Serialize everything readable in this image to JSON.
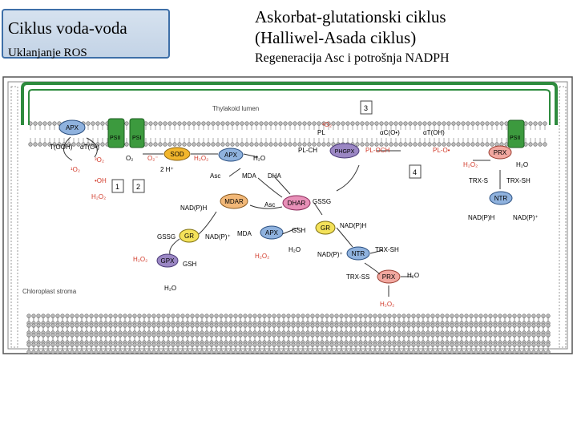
{
  "left_header": {
    "title": "Ciklus voda-voda",
    "subtitle": "Uklanjanje ROS"
  },
  "right_header": {
    "line1": "Askorbat-glutationski ciklus",
    "line2": "(Halliwel-Asada ciklus)",
    "line3": "Regeneracija Asc i potrošnja NADPH"
  },
  "diagram": {
    "lumen_label": "Thylakoid lumen",
    "stroma_label": "Chloroplast stroma",
    "boxes": {
      "b1": "1",
      "b2": "2",
      "b3": "3",
      "b4": "4"
    },
    "enzymes": {
      "apx_top": "APX",
      "psii_left": "PSII",
      "psi_left": "PSI",
      "sod": "SOD",
      "apx_mid": "APX",
      "phgpx": "PHGPX",
      "prx_right": "PRX",
      "psii_right": "PSII",
      "ntr_right": "NTR",
      "mdar": "MDAR",
      "dhar": "DHAR",
      "gr_left": "GR",
      "apx_low": "APX",
      "gr_mid": "GR",
      "ntr_mid": "NTR",
      "gpx": "GPX",
      "prx_low": "PRX"
    },
    "labels": {
      "toh_left": "T(OOH)",
      "atoh": "αT(O•)",
      "o2_single": "¹O₂",
      "o2_sup": "³O₂",
      "oh": "•OH",
      "h2o2_left": "H₂O₂",
      "o2_a": "O₂",
      "o2_b": "O₂⁻",
      "h_plus": "2 H⁺",
      "h2o2_sod": "H₂O₂",
      "h2o_apx": "H₂O",
      "asc_1": "Asc",
      "mda_1": "MDA",
      "dha": "DHA",
      "pl": "PL",
      "o2_pl": "¹O₂",
      "pl_ch": "PL-CH",
      "pl_och": "PL-OCH",
      "pl_o": "PL-O•",
      "atoc": "αC(O•)",
      "atoh_r": "αT(OH)",
      "h2o2_prx": "H₂O₂",
      "h2o_prx": "H₂O",
      "trx_s": "TRX-S",
      "trx_sh": "TRX-SH",
      "nadph_r1": "NAD(P)H",
      "nadp_r1": "NAD(P)⁺",
      "nadph_mdar": "NAD(P)H",
      "asc_2": "Asc",
      "gssg_1": "GSSG",
      "gssg_2": "GSSG",
      "nadp_gr": "NAD(P)⁺",
      "mda_2": "MDA",
      "gsh_1": "GSH",
      "nadph_gr2": "NAD(P)H",
      "h2o2_gpx": "H₂O₂",
      "gsh_2": "GSH",
      "h2o_gpx": "H₂O",
      "h2o2_apx2": "H₂O₂",
      "h2o_apx2": "H₂O",
      "nadp_ntr": "NAD(P)⁺",
      "trx_sh2": "TRX-SH",
      "trx_ss": "TRX-SS",
      "h2o_prx2": "H₂O",
      "h2o2_prx2": "H₂O₂"
    },
    "colors": {
      "lumen_green": "#2e8b3e",
      "psii_green": "#3c9a3e",
      "sod": "#f2b62c",
      "apx_blue": "#8fb2de",
      "phgpx": "#9b87c4",
      "prx": "#f2a8a0",
      "mdar": "#f2b878",
      "dhar": "#e890b8",
      "gr": "#f4e25a",
      "gpx": "#9b87c4",
      "ntr": "#8fb2de",
      "red_text": "#d23a2a"
    }
  }
}
